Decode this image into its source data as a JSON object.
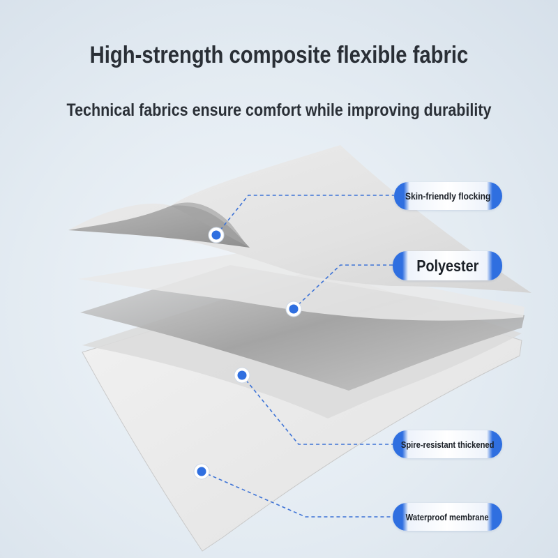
{
  "header": {
    "title": "High-strength composite flexible fabric",
    "subtitle": "Technical fabrics ensure comfort while improving durability"
  },
  "labels": {
    "skin": "Skin-friendly flocking",
    "polyester": "Polyester",
    "spire": "Spire-resistant thickened",
    "waterproof": "Waterproof membrane"
  },
  "colors": {
    "accent": "#2f6fe0",
    "text": "#2a2f36",
    "background": "#e4ecf3",
    "fabric": "#e6e6e6"
  }
}
